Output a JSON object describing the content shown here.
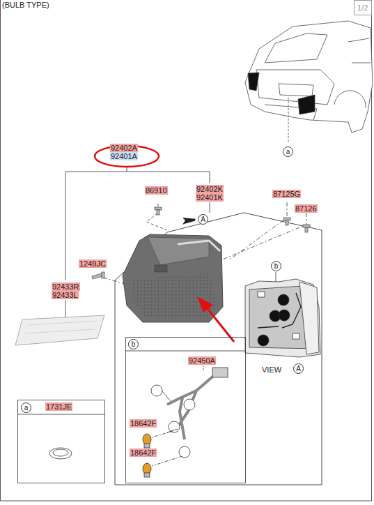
{
  "diagram": {
    "nodes": [
      {
        "text": [
          "1/2"
        ]
      },
      {
        "text": [
          "a",
          "1731JE"
        ]
      },
      {
        "text": [
          "b",
          "92450A",
          "18642F",
          "18642F"
        ]
      }
    ],
    "labels": [
      "(BULB TYPE)",
      "92402A",
      "92401A",
      "a",
      "86910",
      "92402K",
      "92401K",
      "87125G",
      "87126",
      "A",
      "1249JC",
      "92433R",
      "92433L",
      "b",
      "VIEW",
      "A"
    ]
  }
}
